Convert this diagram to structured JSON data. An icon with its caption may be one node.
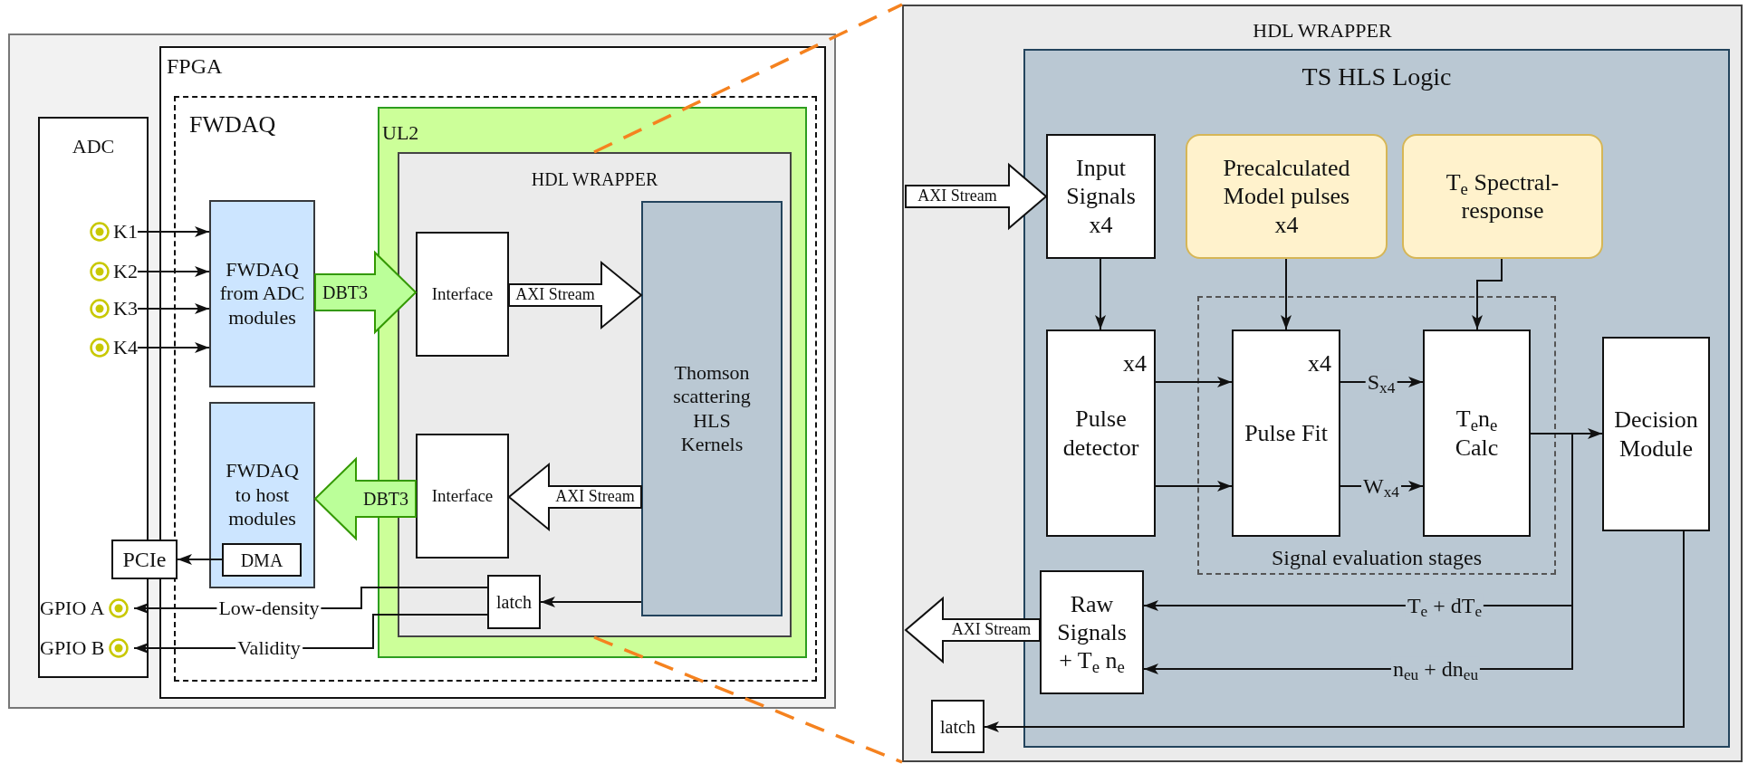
{
  "diagram": {
    "nodes": [
      {
        "text": [],
        "shape": "box"
      },
      {
        "text": [
          "FPGA"
        ],
        "in": 0
      },
      {
        "text": [
          "ADC"
        ],
        "in": 0
      },
      {
        "text": [
          "K1"
        ],
        "in": 2
      },
      {
        "text": [
          "K2"
        ],
        "in": 2
      },
      {
        "text": [
          "K3"
        ],
        "in": 2
      },
      {
        "text": [
          "K4"
        ],
        "in": 2
      },
      {
        "text": [
          "PCIe"
        ],
        "in": 0
      },
      {
        "text": [
          "GPIO A"
        ],
        "in": 2
      },
      {
        "text": [
          "GPIO B"
        ],
        "in": 2
      },
      {
        "text": [
          "FWDAQ"
        ],
        "in": 1
      },
      {
        "text": [
          "FWDAQ from ADC modules"
        ],
        "in": 10
      },
      {
        "text": [
          "FWDAQ to host modules"
        ],
        "in": 10
      },
      {
        "text": [
          "DMA"
        ],
        "in": 12
      },
      {
        "text": [
          "UL2"
        ],
        "in": 10
      },
      {
        "text": [
          "HDL WRAPPER"
        ],
        "in": 14
      },
      {
        "text": [
          "Interface"
        ],
        "in": 15
      },
      {
        "text": [
          "Interface"
        ],
        "in": 15
      },
      {
        "text": [
          "Thomson scattering HLS Kernels"
        ],
        "in": 15
      },
      {
        "text": [
          "latch"
        ],
        "in": 15
      },
      {
        "text": [
          "HDL WRAPPER"
        ]
      },
      {
        "text": [
          "TS HLS Logic"
        ],
        "in": 20
      },
      {
        "text": [
          "Input Signals x4"
        ],
        "in": 21
      },
      {
        "text": [
          "Precalculated Model pulses x4"
        ],
        "in": 21
      },
      {
        "text": [
          "T$_{e}$ Spectral-response"
        ],
        "in": 21
      },
      {
        "text": [
          "Signal evaluation stages"
        ],
        "in": 21
      },
      {
        "text": [
          "x4",
          "Pulse detector"
        ],
        "in": 21
      },
      {
        "text": [
          "x4",
          "Pulse Fit"
        ],
        "in": 25
      },
      {
        "text": [
          "T$_{e}$n$_{e}$ Calc"
        ],
        "in": 25
      },
      {
        "text": [
          "Decision Module"
        ],
        "in": 21
      },
      {
        "text": [
          "Raw Signals + T$_{e}$ n$_{e}$"
        ],
        "in": 21
      },
      {
        "text": [
          "latch"
        ],
        "in": 20
      }
    ],
    "edges": [
      {
        "from": 3,
        "to": 11,
        "arrow": "to"
      },
      {
        "from": 4,
        "to": 11,
        "arrow": "to"
      },
      {
        "from": 5,
        "to": 11,
        "arrow": "to"
      },
      {
        "from": 6,
        "to": 11,
        "arrow": "to"
      },
      {
        "from": 11,
        "to": 16,
        "arrow": "to",
        "label": "DBT3",
        "style": "thick",
        "color": "#339900"
      },
      {
        "from": 17,
        "to": 12,
        "arrow": "to",
        "label": "DBT3",
        "style": "thick",
        "color": "#339900"
      },
      {
        "from": 16,
        "to": 18,
        "arrow": "to",
        "label": "AXI Stream",
        "style": "thick"
      },
      {
        "from": 18,
        "to": 17,
        "arrow": "to",
        "label": "AXI Stream",
        "style": "thick"
      },
      {
        "from": 18,
        "to": 19,
        "arrow": "to"
      },
      {
        "from": 19,
        "to": 8,
        "arrow": "to",
        "label": "Low-density"
      },
      {
        "from": 19,
        "to": 9,
        "arrow": "to",
        "label": "Validity"
      },
      {
        "from": 13,
        "to": 7,
        "arrow": "to"
      },
      {
        "from": 15,
        "to": 20,
        "arrow": "none",
        "style": "dashed",
        "color": "#f5821f"
      },
      {
        "from": 15,
        "to": 20,
        "arrow": "none",
        "style": "dashed",
        "color": "#f5821f"
      },
      {
        "from": null,
        "to": 22,
        "arrow": "to",
        "label": "AXI Stream",
        "style": "thick"
      },
      {
        "from": 22,
        "to": 26,
        "arrow": "to"
      },
      {
        "from": 23,
        "to": 27,
        "arrow": "to"
      },
      {
        "from": 24,
        "to": 28,
        "arrow": "to"
      },
      {
        "from": 26,
        "to": 27,
        "arrow": "to"
      },
      {
        "from": 26,
        "to": 27,
        "arrow": "to"
      },
      {
        "from": 27,
        "to": 28,
        "arrow": "to",
        "label": "S$_{x4}$"
      },
      {
        "from": 27,
        "to": 28,
        "arrow": "to",
        "label": "W$_{x4}$"
      },
      {
        "from": 28,
        "to": 29,
        "arrow": "to"
      },
      {
        "from": 28,
        "to": 30,
        "arrow": "to",
        "label": "T$_{e}$ + dT$_{e}$"
      },
      {
        "from": 28,
        "to": 30,
        "arrow": "to",
        "label": "n$_{eu}$ + dn$_{eu}$"
      },
      {
        "from": 30,
        "to": null,
        "arrow": "to",
        "label": "AXI Stream",
        "style": "thick"
      },
      {
        "from": 29,
        "to": 31,
        "arrow": "to"
      }
    ]
  }
}
